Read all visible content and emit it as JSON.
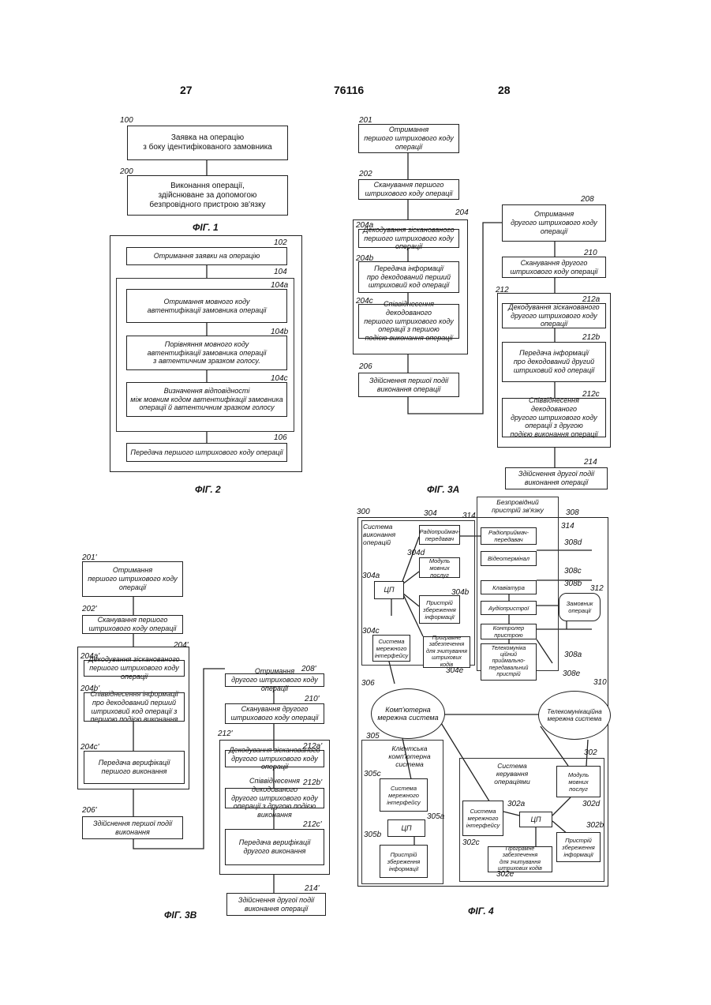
{
  "header": {
    "left": "27",
    "center": "76116",
    "right": "28"
  },
  "captions": {
    "fig1": "ФІГ. 1",
    "fig2": "ФІГ. 2",
    "fig3a": "ФІГ. 3A",
    "fig3b": "ФІГ. 3B",
    "fig4": "ФІГ. 4"
  },
  "fig1": {
    "b100": {
      "ref": "100",
      "text": "Заявка на операцію\nз боку ідентифікованого замовника"
    },
    "b200": {
      "ref": "200",
      "text": "Виконання операції,\nздійснюване за допомогою\nбезпровідного пристрою зв'язку"
    }
  },
  "fig2": {
    "b102": {
      "ref": "102",
      "text": "Отримання заявки на операцію"
    },
    "g104": {
      "ref": "104"
    },
    "b104a": {
      "ref": "104a",
      "text": "Отримання мовного коду\nавтентифікації замовника операції"
    },
    "b104b": {
      "ref": "104b",
      "text": "Порівняння мовного коду\nавтентифікації замовника операції\nз автентичним зразком голосу."
    },
    "b104c": {
      "ref": "104c",
      "text": "Визначення відповідності\nміж мовним кодом автентифікації замовника\nоперації й автентичним зразком голосу"
    },
    "b106": {
      "ref": "106",
      "text": "Передача першого штрихового коду операції"
    }
  },
  "fig3a": {
    "b201": {
      "ref": "201",
      "text": "Отримання\nпершого штрихового коду\nоперації"
    },
    "b202": {
      "ref": "202",
      "text": "Сканування першого\nштрихового коду операції"
    },
    "g204": {
      "ref": "204"
    },
    "b204a": {
      "ref": "204a",
      "text": "Декодування зісканованого\nпершого штрихового коду\nоперації"
    },
    "b204b": {
      "ref": "204b",
      "text": "Передача інформації\nпро декодований перший\nштриховий код операції"
    },
    "b204c": {
      "ref": "204c",
      "text": "Співвіднесення декодованого\nпершого штрихового коду\nоперації з першою\nподією виконання операції"
    },
    "b206": {
      "ref": "206",
      "text": "Здійснення першої події\nвиконання операції"
    },
    "b208": {
      "ref": "208",
      "text": "Отримання\nдругого штрихового коду\nоперації"
    },
    "b210": {
      "ref": "210",
      "text": "Сканування другого\nштрихового коду операції"
    },
    "g212": {
      "ref": "212"
    },
    "b212a": {
      "ref": "212a",
      "text": "Декодування зісканованого\nдругого штрихового коду\nоперації"
    },
    "b212b": {
      "ref": "212b",
      "text": "Передача інформації\nпро декодований другий\nштриховий код операції"
    },
    "b212c": {
      "ref": "212c",
      "text": "Співвіднесення декодованого\nдругого штрихового коду\nоперації з другою\nподією виконання операції"
    },
    "b214": {
      "ref": "214",
      "text": "Здійснення другої події\nвиконання операції"
    }
  },
  "fig3b": {
    "b201": {
      "ref": "201'",
      "text": "Отримання\nпершого штрихового коду\nоперації"
    },
    "b202": {
      "ref": "202'",
      "text": "Сканування першого\nштрихового коду операції"
    },
    "g204": {
      "ref": "204'"
    },
    "b204a": {
      "ref": "204a'",
      "text": "Декодування зісканованого\nпершого штрихового коду\nоперації"
    },
    "b204b": {
      "ref": "204b'",
      "text": "Співвіднесення інформації\nпро декодований перший\nштриховий код операції з\nпершою подією виконання"
    },
    "b204c": {
      "ref": "204c'",
      "text": "Передача верифікації\nпершого виконання"
    },
    "b206": {
      "ref": "206'",
      "text": "Здійснення першої події\nвиконання"
    },
    "b208": {
      "ref": "208'",
      "text": "Отримання\nдругого штрихового коду\nоперації"
    },
    "b210": {
      "ref": "210'",
      "text": "Сканування другого\nштрихового коду операції"
    },
    "g212": {
      "ref": "212'"
    },
    "b212a": {
      "ref": "212a'",
      "text": "Декодування зісканованого\nдругого штрихового коду\nоперації"
    },
    "b212b": {
      "ref": "212b'",
      "text": "Співвіднесення декодованого\nдругого штрихового коду\nоперації з другою подією\nвиконання"
    },
    "b212c": {
      "ref": "212c'",
      "text": "Передача верифікації\nдругого виконання"
    },
    "b214": {
      "ref": "214'",
      "text": "Здійснення другої події\nвиконання операції"
    }
  },
  "fig4": {
    "r300": "300",
    "s304": {
      "ref": "304",
      "label": "Система\nвиконання\nоперацій"
    },
    "s308": {
      "ref": "308",
      "label": "Безпровідний\nпристрій зв'язку"
    },
    "radio1": {
      "ref": "314",
      "text": "Радіоприймач-\nпередавач"
    },
    "voice1": {
      "ref": "304d",
      "text": "Модуль\nмовних послуг"
    },
    "cpu1": {
      "ref": "304a",
      "text": "ЦП"
    },
    "store1": {
      "ref": "304b",
      "text": "Пристрій\nзбереження\nінформації"
    },
    "net1": {
      "ref": "304c",
      "text": "Система\nмережного\nінтерфейсу"
    },
    "soft1": {
      "ref": "304e",
      "text": "Програмне\nзабезпечення\nдля зчитування\nштрихових кодів"
    },
    "radio2": {
      "ref": "314",
      "text": "Радіоприймач-\nпередавач"
    },
    "video": {
      "ref": "308d",
      "text": "Відеотермінал"
    },
    "keyb": {
      "ref": "308c",
      "text": "Клавіатура"
    },
    "audio": {
      "ref": "308b",
      "text": "Аудіопристрої"
    },
    "ctrl": {
      "ref": "308a",
      "text": "Контролер\nпристрою"
    },
    "telec": {
      "ref": "308e",
      "text": "Телекомуніка\nційний\nприймально-\nпередавальний\nпристрій"
    },
    "customer": {
      "ref": "312",
      "text": "Замовник\nоперації"
    },
    "cloud306": {
      "ref": "306",
      "text": "Комп'ютерна\nмережна система"
    },
    "cloud310": {
      "ref": "310",
      "text": "Телекомунікаційна\nмережна система"
    },
    "s305": {
      "ref": "305",
      "label": "Клієнтська\nкомп'ютерна\nсистема"
    },
    "net5": {
      "ref": "305c",
      "text": "Система\nмережного\nінтерфейсу"
    },
    "cpu5": {
      "ref": "305a",
      "text": "ЦП"
    },
    "store5": {
      "ref": "305b",
      "text": "Пристрій\nзбереження\nінформації"
    },
    "s302": {
      "ref": "302",
      "label": "Система\nкерування\nопераціями"
    },
    "voice2": {
      "ref": "302d",
      "text": "Модуль\nмовних послуг"
    },
    "net2": {
      "ref": "302c",
      "text": "Система\nмережного\nінтерфейсу"
    },
    "cpu2": {
      "ref": "302a",
      "text": "ЦП"
    },
    "store2": {
      "ref": "302b",
      "text": "Пристрій\nзбереження\nінформації"
    },
    "soft2": {
      "ref": "302e",
      "text": "Програмне\nзабезпечення\nдля зчитування\nштрихових кодів"
    }
  }
}
